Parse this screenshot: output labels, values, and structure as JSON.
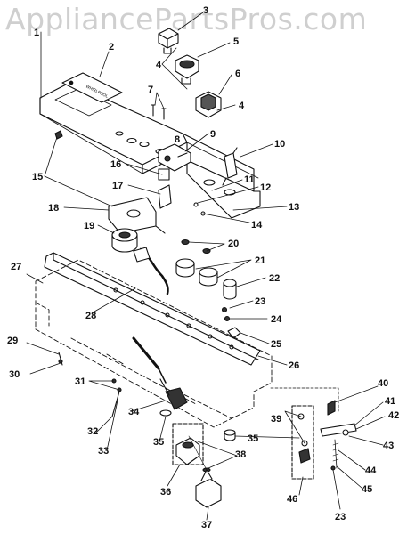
{
  "watermark": "AppliancePartsPros.com",
  "panel_text": "WHIRLPOOL",
  "callouts": [
    {
      "id": "c1",
      "label": "1"
    },
    {
      "id": "c2",
      "label": "2"
    },
    {
      "id": "c3",
      "label": "3"
    },
    {
      "id": "c4a",
      "label": "4"
    },
    {
      "id": "c5",
      "label": "5"
    },
    {
      "id": "c6",
      "label": "6"
    },
    {
      "id": "c4b",
      "label": "4"
    },
    {
      "id": "c7",
      "label": "7"
    },
    {
      "id": "c8",
      "label": "8"
    },
    {
      "id": "c9",
      "label": "9"
    },
    {
      "id": "c10",
      "label": "10"
    },
    {
      "id": "c11",
      "label": "11"
    },
    {
      "id": "c12",
      "label": "12"
    },
    {
      "id": "c13",
      "label": "13"
    },
    {
      "id": "c14",
      "label": "14"
    },
    {
      "id": "c15",
      "label": "15"
    },
    {
      "id": "c16",
      "label": "16"
    },
    {
      "id": "c17",
      "label": "17"
    },
    {
      "id": "c18",
      "label": "18"
    },
    {
      "id": "c19",
      "label": "19"
    },
    {
      "id": "c20",
      "label": "20"
    },
    {
      "id": "c21",
      "label": "21"
    },
    {
      "id": "c22",
      "label": "22"
    },
    {
      "id": "c23a",
      "label": "23"
    },
    {
      "id": "c24",
      "label": "24"
    },
    {
      "id": "c25",
      "label": "25"
    },
    {
      "id": "c26",
      "label": "26"
    },
    {
      "id": "c27",
      "label": "27"
    },
    {
      "id": "c28",
      "label": "28"
    },
    {
      "id": "c29",
      "label": "29"
    },
    {
      "id": "c30",
      "label": "30"
    },
    {
      "id": "c31",
      "label": "31"
    },
    {
      "id": "c32",
      "label": "32"
    },
    {
      "id": "c33",
      "label": "33"
    },
    {
      "id": "c34",
      "label": "34"
    },
    {
      "id": "c35a",
      "label": "35"
    },
    {
      "id": "c35b",
      "label": "35"
    },
    {
      "id": "c36",
      "label": "36"
    },
    {
      "id": "c37",
      "label": "37"
    },
    {
      "id": "c38",
      "label": "38"
    },
    {
      "id": "c39",
      "label": "39"
    },
    {
      "id": "c40",
      "label": "40"
    },
    {
      "id": "c41",
      "label": "41"
    },
    {
      "id": "c42",
      "label": "42"
    },
    {
      "id": "c43",
      "label": "43"
    },
    {
      "id": "c44",
      "label": "44"
    },
    {
      "id": "c45",
      "label": "45"
    },
    {
      "id": "c46",
      "label": "46"
    },
    {
      "id": "c23b",
      "label": "23"
    }
  ]
}
